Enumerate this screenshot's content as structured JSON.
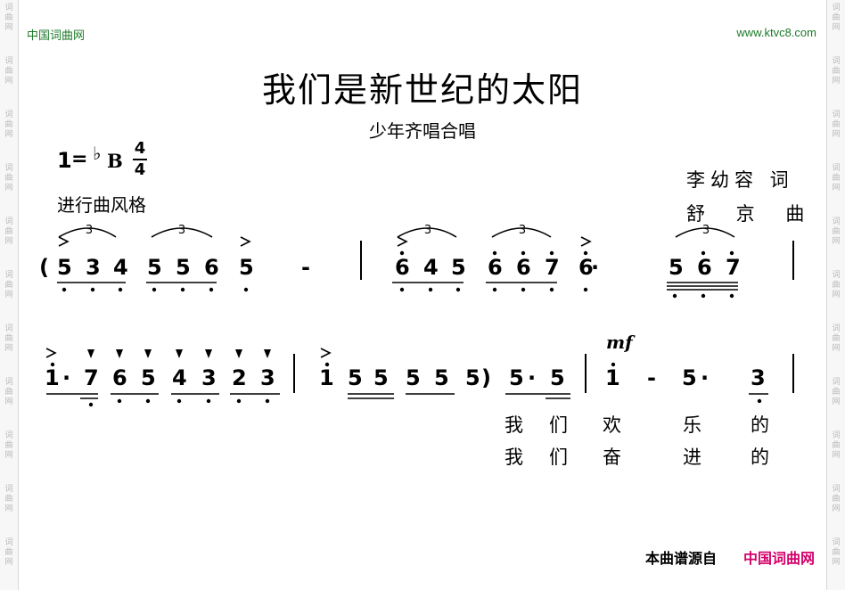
{
  "watermark": "词曲网",
  "header": {
    "site_left": "中国词曲网",
    "site_right": "www.ktvc8.com"
  },
  "song": {
    "title": "我们是新世纪的太阳",
    "subtitle": "少年齐唱合唱",
    "key_number": "1",
    "key_equals": "=",
    "key_flat": "♭",
    "key_letter": "B",
    "time_top": "4",
    "time_bottom": "4",
    "style": "进行曲风格",
    "lyricist": "李幼容 词",
    "composer": "舒 京 曲",
    "dynamic": "mf"
  },
  "score": {
    "line1": {
      "open_paren": "(",
      "notes": [
        "5",
        "3",
        "4",
        "5",
        "5",
        "6",
        "5",
        "-",
        "6",
        "4",
        "5",
        "6",
        "6",
        "7",
        "6",
        "·",
        "5",
        "6",
        "7"
      ]
    },
    "line2": {
      "notes": [
        "1",
        "·",
        "7",
        "6",
        "5",
        "4",
        "3",
        "2",
        "3",
        "1",
        "5",
        "5",
        "5",
        "5",
        "5",
        ")",
        "5",
        "·",
        "5",
        "1",
        "-",
        "5",
        "·",
        "3"
      ]
    },
    "triplet": "3"
  },
  "lyrics": {
    "verse1": [
      "我",
      "们",
      "欢",
      "乐",
      "的"
    ],
    "verse2": [
      "我",
      "们",
      "奋",
      "进",
      "的"
    ]
  },
  "footer": {
    "source_label": "本曲谱源自",
    "source_site": "中国词曲网"
  }
}
